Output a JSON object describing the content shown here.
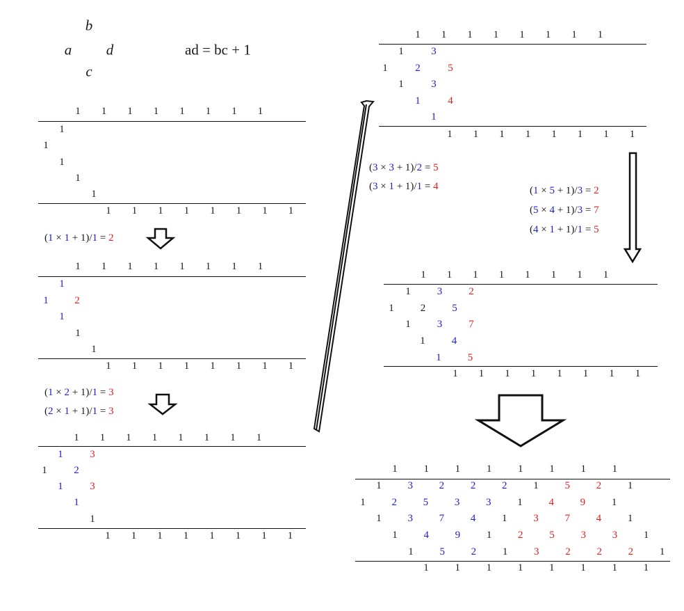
{
  "colors": {
    "black": "#1a1a1a",
    "blue": "#2020d0",
    "red": "#e02020"
  },
  "header": {
    "vars": {
      "a": "a",
      "b": "b",
      "c": "c",
      "d": "d"
    },
    "rule": "ad = bc + 1"
  },
  "stages": [
    {
      "top": [
        "1",
        "1",
        "1",
        "1",
        "1",
        "1",
        "1",
        "1"
      ],
      "rows": [
        [
          {
            "t": "1",
            "c": "black"
          }
        ],
        [
          {
            "t": "1",
            "c": "black"
          }
        ],
        [
          {
            "t": "1",
            "c": "black"
          }
        ],
        [
          {
            "t": "1",
            "c": "black"
          }
        ],
        [
          {
            "t": "1",
            "c": "black"
          }
        ]
      ],
      "bottom": [
        "1",
        "1",
        "1",
        "1",
        "1",
        "1",
        "1",
        "1"
      ]
    },
    {
      "top": [
        "1",
        "1",
        "1",
        "1",
        "1",
        "1",
        "1",
        "1"
      ],
      "rows": [
        [
          {
            "t": "1",
            "c": "blue"
          }
        ],
        [
          {
            "t": "1",
            "c": "blue"
          },
          {
            "t": "2",
            "c": "red"
          }
        ],
        [
          {
            "t": "1",
            "c": "blue"
          }
        ],
        [
          {
            "t": "1",
            "c": "black"
          }
        ],
        [
          {
            "t": "1",
            "c": "black"
          }
        ]
      ],
      "bottom": [
        "1",
        "1",
        "1",
        "1",
        "1",
        "1",
        "1",
        "1"
      ]
    },
    {
      "top": [
        "1",
        "1",
        "1",
        "1",
        "1",
        "1",
        "1",
        "1"
      ],
      "rows": [
        [
          {
            "t": "1",
            "c": "blue"
          },
          {
            "t": "3",
            "c": "red"
          }
        ],
        [
          {
            "t": "1",
            "c": "black"
          },
          {
            "t": "2",
            "c": "blue"
          }
        ],
        [
          {
            "t": "1",
            "c": "blue"
          },
          {
            "t": "3",
            "c": "red"
          }
        ],
        [
          {
            "t": "1",
            "c": "blue"
          }
        ],
        [
          {
            "t": "1",
            "c": "black"
          }
        ]
      ],
      "bottom": [
        "1",
        "1",
        "1",
        "1",
        "1",
        "1",
        "1",
        "1"
      ]
    },
    {
      "top": [
        "1",
        "1",
        "1",
        "1",
        "1",
        "1",
        "1",
        "1"
      ],
      "rows": [
        [
          {
            "t": "1",
            "c": "black"
          },
          {
            "t": "3",
            "c": "blue"
          }
        ],
        [
          {
            "t": "1",
            "c": "black"
          },
          {
            "t": "2",
            "c": "blue"
          },
          {
            "t": "5",
            "c": "red"
          }
        ],
        [
          {
            "t": "1",
            "c": "black"
          },
          {
            "t": "3",
            "c": "blue"
          }
        ],
        [
          {
            "t": "1",
            "c": "blue"
          },
          {
            "t": "4",
            "c": "red"
          }
        ],
        [
          {
            "t": "1",
            "c": "blue"
          }
        ]
      ],
      "bottom": [
        "1",
        "1",
        "1",
        "1",
        "1",
        "1",
        "1",
        "1"
      ]
    },
    {
      "top": [
        "1",
        "1",
        "1",
        "1",
        "1",
        "1",
        "1",
        "1"
      ],
      "rows": [
        [
          {
            "t": "1",
            "c": "black"
          },
          {
            "t": "3",
            "c": "blue"
          },
          {
            "t": "2",
            "c": "red"
          }
        ],
        [
          {
            "t": "1",
            "c": "black"
          },
          {
            "t": "2",
            "c": "black"
          },
          {
            "t": "5",
            "c": "blue"
          }
        ],
        [
          {
            "t": "1",
            "c": "black"
          },
          {
            "t": "3",
            "c": "blue"
          },
          {
            "t": "7",
            "c": "red"
          }
        ],
        [
          {
            "t": "1",
            "c": "black"
          },
          {
            "t": "4",
            "c": "blue"
          }
        ],
        [
          {
            "t": "1",
            "c": "blue"
          },
          {
            "t": "5",
            "c": "red"
          }
        ]
      ],
      "bottom": [
        "1",
        "1",
        "1",
        "1",
        "1",
        "1",
        "1",
        "1"
      ]
    },
    {
      "top": [
        "1",
        "1",
        "1",
        "1",
        "1",
        "1",
        "1",
        "1"
      ],
      "rows": [
        [
          {
            "t": "1",
            "c": "black"
          },
          {
            "t": "3",
            "c": "blue"
          },
          {
            "t": "2",
            "c": "blue"
          },
          {
            "t": "2",
            "c": "blue"
          },
          {
            "t": "2",
            "c": "blue"
          },
          {
            "t": "1",
            "c": "black"
          },
          {
            "t": "5",
            "c": "red"
          },
          {
            "t": "2",
            "c": "red"
          },
          {
            "t": "1",
            "c": "black"
          }
        ],
        [
          {
            "t": "1",
            "c": "black"
          },
          {
            "t": "2",
            "c": "blue"
          },
          {
            "t": "5",
            "c": "blue"
          },
          {
            "t": "3",
            "c": "blue"
          },
          {
            "t": "3",
            "c": "blue"
          },
          {
            "t": "1",
            "c": "black"
          },
          {
            "t": "4",
            "c": "red"
          },
          {
            "t": "9",
            "c": "red"
          },
          {
            "t": "1",
            "c": "black"
          }
        ],
        [
          {
            "t": "1",
            "c": "black"
          },
          {
            "t": "3",
            "c": "blue"
          },
          {
            "t": "7",
            "c": "blue"
          },
          {
            "t": "4",
            "c": "blue"
          },
          {
            "t": "1",
            "c": "black"
          },
          {
            "t": "3",
            "c": "red"
          },
          {
            "t": "7",
            "c": "red"
          },
          {
            "t": "4",
            "c": "red"
          },
          {
            "t": "1",
            "c": "black"
          }
        ],
        [
          {
            "t": "1",
            "c": "black"
          },
          {
            "t": "4",
            "c": "blue"
          },
          {
            "t": "9",
            "c": "blue"
          },
          {
            "t": "1",
            "c": "black"
          },
          {
            "t": "2",
            "c": "red"
          },
          {
            "t": "5",
            "c": "red"
          },
          {
            "t": "3",
            "c": "red"
          },
          {
            "t": "3",
            "c": "red"
          },
          {
            "t": "1",
            "c": "black"
          }
        ],
        [
          {
            "t": "1",
            "c": "black"
          },
          {
            "t": "5",
            "c": "blue"
          },
          {
            "t": "2",
            "c": "blue"
          },
          {
            "t": "1",
            "c": "black"
          },
          {
            "t": "3",
            "c": "red"
          },
          {
            "t": "2",
            "c": "red"
          },
          {
            "t": "2",
            "c": "red"
          },
          {
            "t": "2",
            "c": "red"
          },
          {
            "t": "1",
            "c": "black"
          }
        ]
      ],
      "bottom": [
        "1",
        "1",
        "1",
        "1",
        "1",
        "1",
        "1",
        "1"
      ]
    }
  ],
  "equations": [
    {
      "lines": [
        [
          {
            "t": "(",
            "c": "black"
          },
          {
            "t": "1",
            "c": "blue"
          },
          {
            "t": " × ",
            "c": "black"
          },
          {
            "t": "1",
            "c": "blue"
          },
          {
            "t": " + 1)/",
            "c": "black"
          },
          {
            "t": "1",
            "c": "blue"
          },
          {
            "t": " = ",
            "c": "black"
          },
          {
            "t": "2",
            "c": "red"
          }
        ]
      ]
    },
    {
      "lines": [
        [
          {
            "t": "(",
            "c": "black"
          },
          {
            "t": "1",
            "c": "blue"
          },
          {
            "t": " × ",
            "c": "black"
          },
          {
            "t": "2",
            "c": "blue"
          },
          {
            "t": " + 1)/",
            "c": "black"
          },
          {
            "t": "1",
            "c": "blue"
          },
          {
            "t": " = ",
            "c": "black"
          },
          {
            "t": "3",
            "c": "red"
          }
        ],
        [
          {
            "t": "(",
            "c": "black"
          },
          {
            "t": "2",
            "c": "blue"
          },
          {
            "t": " × ",
            "c": "black"
          },
          {
            "t": "1",
            "c": "blue"
          },
          {
            "t": " + 1)/",
            "c": "black"
          },
          {
            "t": "1",
            "c": "blue"
          },
          {
            "t": " = ",
            "c": "black"
          },
          {
            "t": "3",
            "c": "red"
          }
        ]
      ]
    },
    {
      "lines": [
        [
          {
            "t": "(",
            "c": "black"
          },
          {
            "t": "3",
            "c": "blue"
          },
          {
            "t": " × ",
            "c": "black"
          },
          {
            "t": "3",
            "c": "blue"
          },
          {
            "t": " + 1)/",
            "c": "black"
          },
          {
            "t": "2",
            "c": "blue"
          },
          {
            "t": " = ",
            "c": "black"
          },
          {
            "t": "5",
            "c": "red"
          }
        ],
        [
          {
            "t": "(",
            "c": "black"
          },
          {
            "t": "3",
            "c": "blue"
          },
          {
            "t": " × ",
            "c": "black"
          },
          {
            "t": "1",
            "c": "blue"
          },
          {
            "t": " + 1)/",
            "c": "black"
          },
          {
            "t": "1",
            "c": "blue"
          },
          {
            "t": " = ",
            "c": "black"
          },
          {
            "t": "4",
            "c": "red"
          }
        ]
      ]
    },
    {
      "lines": [
        [
          {
            "t": "(",
            "c": "black"
          },
          {
            "t": "1",
            "c": "blue"
          },
          {
            "t": " × ",
            "c": "black"
          },
          {
            "t": "5",
            "c": "blue"
          },
          {
            "t": " + 1)/",
            "c": "black"
          },
          {
            "t": "3",
            "c": "blue"
          },
          {
            "t": " = ",
            "c": "black"
          },
          {
            "t": "2",
            "c": "red"
          }
        ],
        [
          {
            "t": "(",
            "c": "black"
          },
          {
            "t": "5",
            "c": "blue"
          },
          {
            "t": " × ",
            "c": "black"
          },
          {
            "t": "4",
            "c": "blue"
          },
          {
            "t": " + 1)/",
            "c": "black"
          },
          {
            "t": "3",
            "c": "blue"
          },
          {
            "t": " = ",
            "c": "black"
          },
          {
            "t": "7",
            "c": "red"
          }
        ],
        [
          {
            "t": "(",
            "c": "black"
          },
          {
            "t": "4",
            "c": "blue"
          },
          {
            "t": " × ",
            "c": "black"
          },
          {
            "t": "1",
            "c": "blue"
          },
          {
            "t": " + 1)/",
            "c": "black"
          },
          {
            "t": "1",
            "c": "blue"
          },
          {
            "t": " = ",
            "c": "black"
          },
          {
            "t": "5",
            "c": "red"
          }
        ]
      ]
    }
  ]
}
